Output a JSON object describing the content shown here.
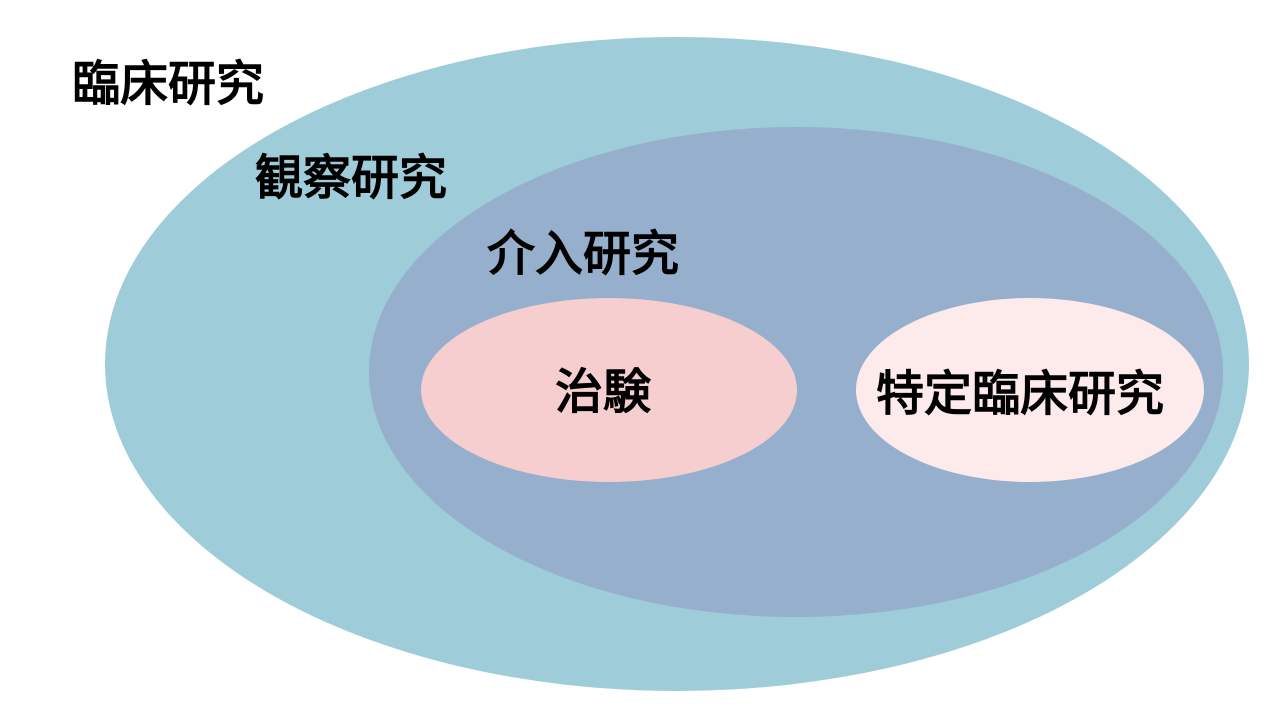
{
  "labels": {
    "clinical_research": "臨床研究",
    "observational_research": "観察研究",
    "interventional_research": "介入研究",
    "clinical_trial": "治験",
    "specified_clinical_research": "特定臨床研究"
  },
  "colors": {
    "clinical_research": "#9FCCD9",
    "interventional_research": "#95AFCC",
    "clinical_trial": "#F6CED0",
    "specified_clinical_research": "#FDEBEC"
  }
}
